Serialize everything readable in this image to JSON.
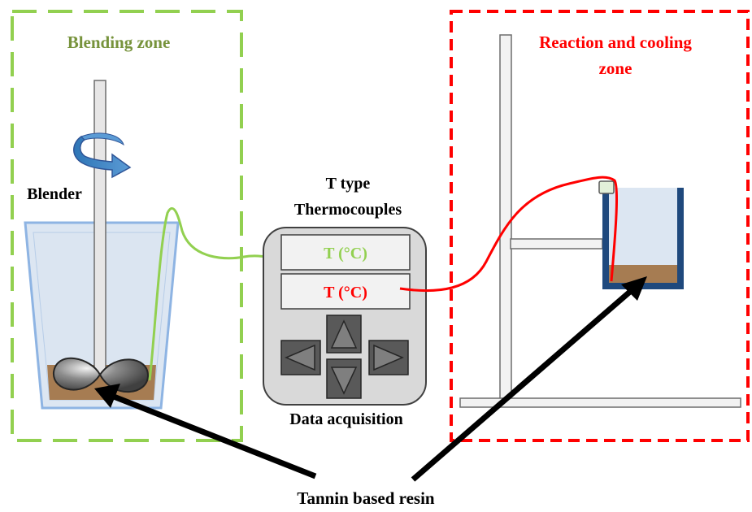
{
  "zones": {
    "blending": {
      "label": "Blending zone",
      "color": "#77933c"
    },
    "reaction": {
      "label_line1": "Reaction and cooling",
      "label_line2": "zone",
      "color": "#ff0000"
    }
  },
  "blender_label": "Blender",
  "thermocouple_label_line1": "T type",
  "thermocouple_label_line2": "Thermocouples",
  "data_acquisition": {
    "label": "Data acquisition",
    "readout_green": "T (°C)",
    "readout_red": "T (°C)",
    "buttons": [
      "up-arrow-icon",
      "down-arrow-icon",
      "left-arrow-icon",
      "right-arrow-icon"
    ]
  },
  "resin_label": "Tannin based resin",
  "colors": {
    "green_wire": "#92d050",
    "red_wire": "#ff0000",
    "resin": "#a67c52",
    "beaker_border": "#8eb4e3",
    "beaker_fill": "#dce6f2",
    "cup_border": "#1f497d",
    "panel": "#d9d9d9"
  }
}
